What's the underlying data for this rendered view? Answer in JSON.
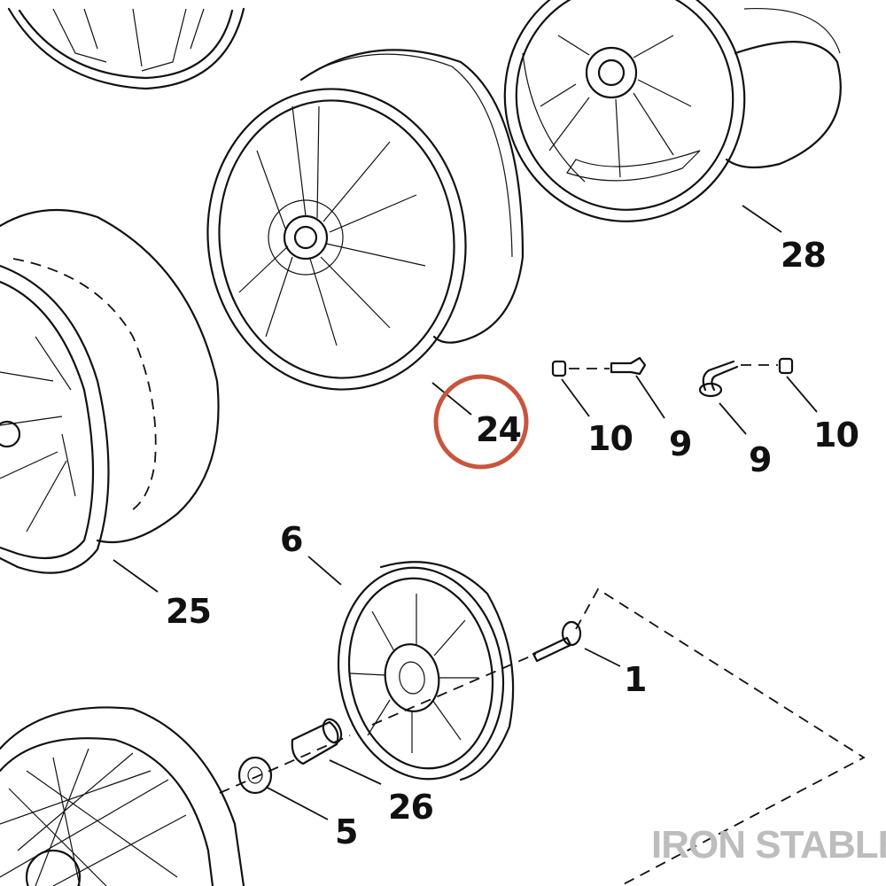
{
  "callouts": {
    "c28": "28",
    "c24": "24",
    "c10a": "10",
    "c9a": "9",
    "c9b": "9",
    "c10b": "10",
    "c25": "25",
    "c6": "6",
    "c1": "1",
    "c26": "26",
    "c5": "5"
  },
  "highlight": {
    "callout": "24",
    "color": "#c8553d"
  },
  "watermark": "IRON STABLE",
  "colors": {
    "line": "#111111",
    "watermark": "#bdbdbd"
  }
}
